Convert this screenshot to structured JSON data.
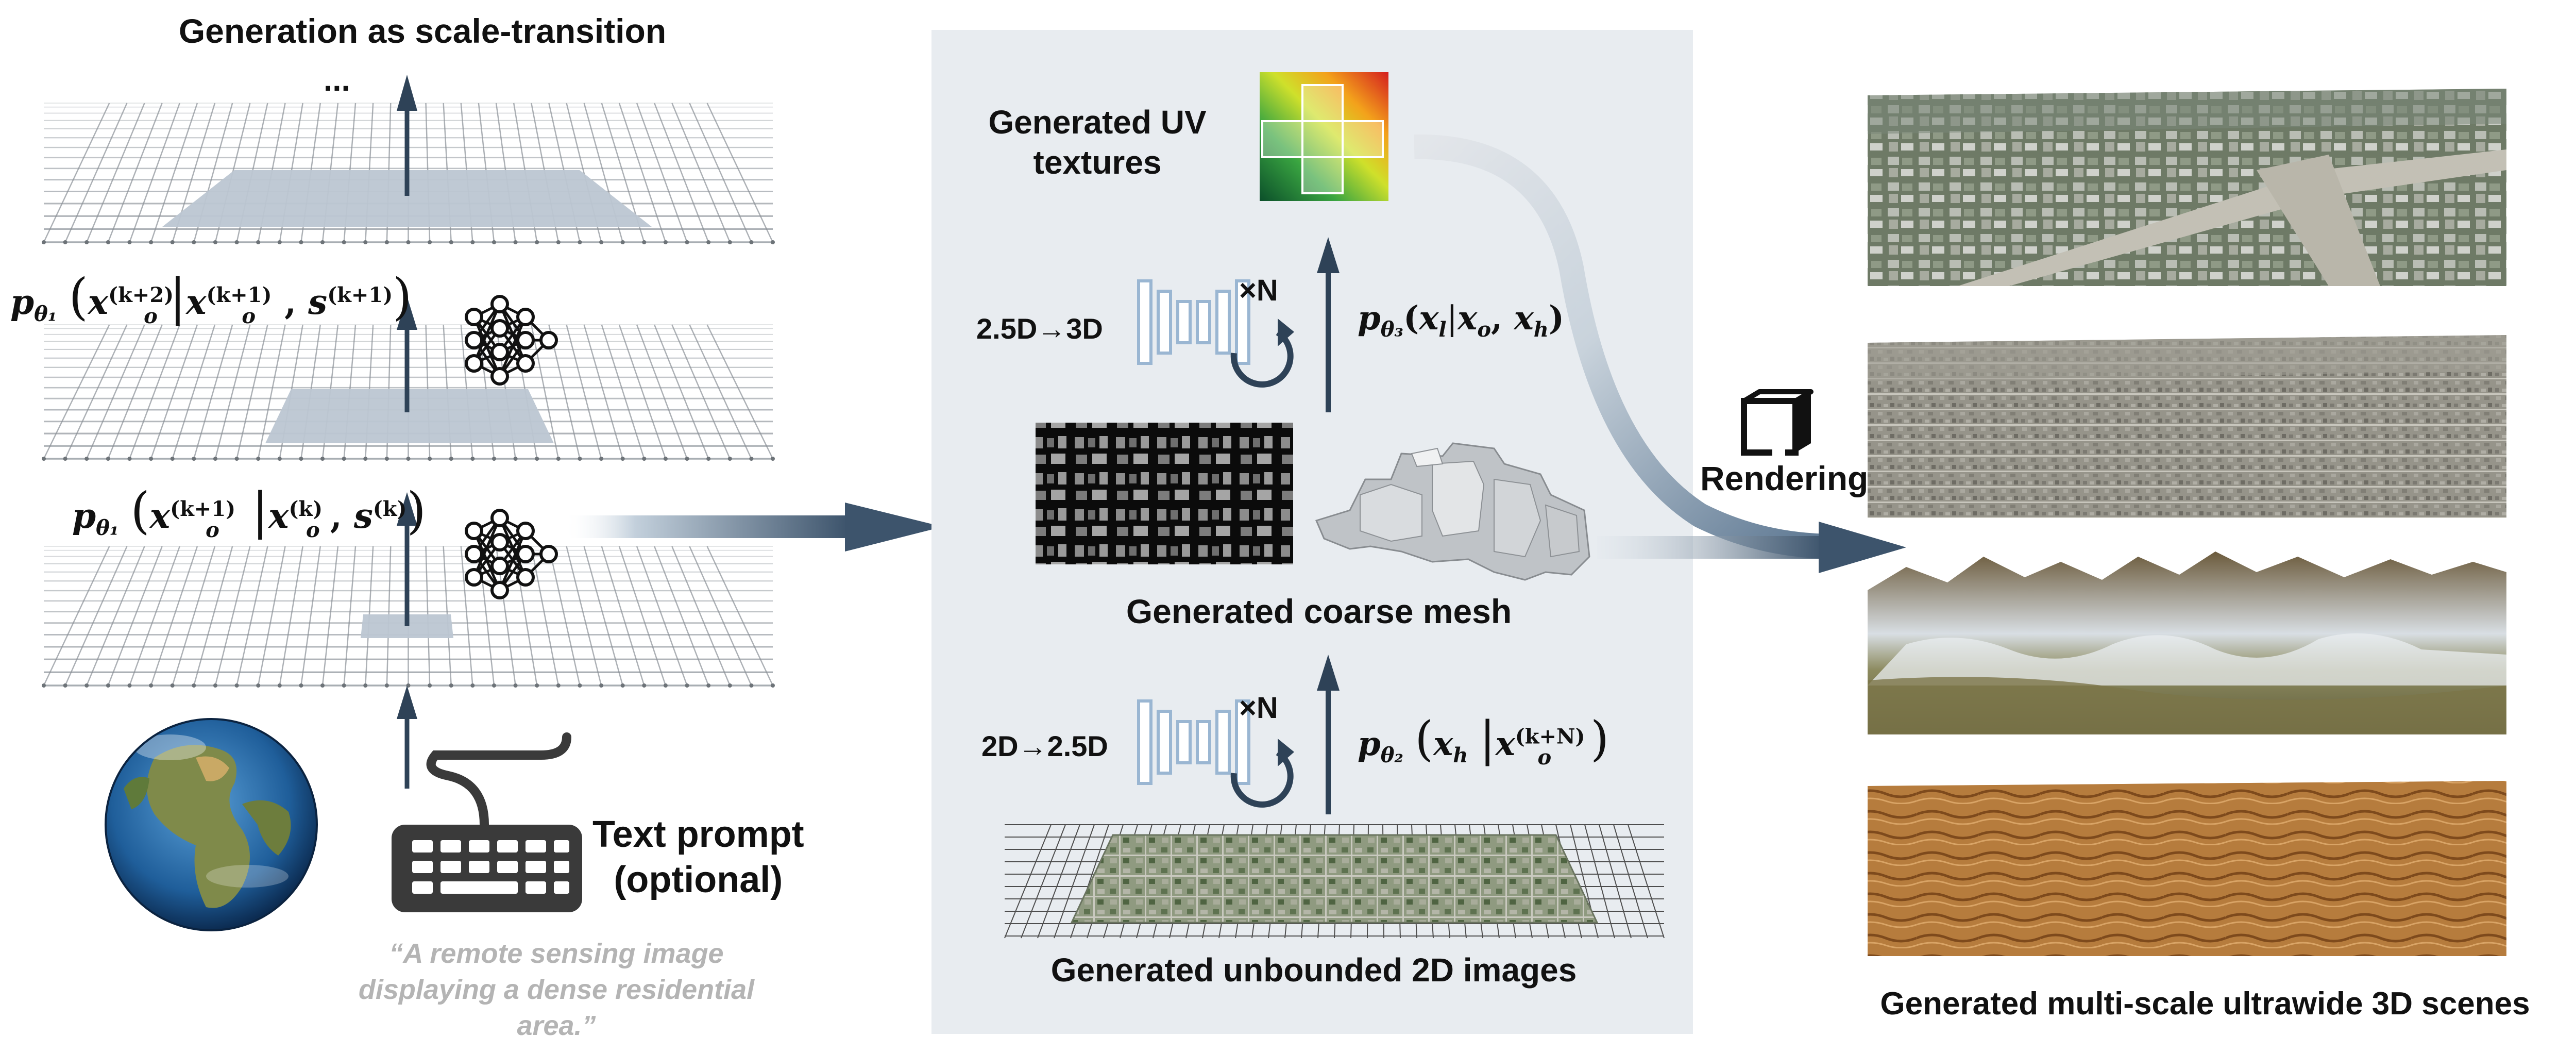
{
  "left_panel": {
    "title": "Generation as scale-transition",
    "ellipsis": "...",
    "formula_top": {
      "p": "p",
      "sub": "θ₁",
      "x1": "x",
      "x1_sub": "o",
      "x1_sup": "(k+2)",
      "x2": "x",
      "x2_sub": "o",
      "x2_sup": "(k+1)",
      "s": "s",
      "s_sup": "(k+1)"
    },
    "formula_bottom": {
      "p": "p",
      "sub": "θ₁",
      "x1": "x",
      "x1_sub": "o",
      "x1_sup": "(k+1)",
      "x2": "x",
      "x2_sub": "o",
      "x2_sup": "(k)",
      "s": "s",
      "s_sup": "(k)"
    },
    "text_prompt": {
      "line1": "Text prompt",
      "line2": "(optional)"
    },
    "example_prompt": {
      "line1": "“A remote sensing image",
      "line2": "displaying a dense residential",
      "line3": "area.”"
    }
  },
  "middle_panel": {
    "uv_label": {
      "line1": "Generated UV",
      "line2": "textures"
    },
    "stage_top": {
      "label": "2.5D→3D",
      "times": "×N"
    },
    "formula_theta3": {
      "p": "p",
      "sub": "θ₃",
      "a": "x",
      "a_sub": "l",
      "b": "x",
      "b_sub": "o",
      "c": "x",
      "c_sub": "h"
    },
    "coarse_mesh_label": "Generated coarse mesh",
    "stage_bottom": {
      "label": "2D→2.5D",
      "times": "×N"
    },
    "formula_theta2": {
      "p": "p",
      "sub": "θ₂",
      "a": "x",
      "a_sub": "h",
      "b": "x",
      "b_sub": "o",
      "b_sup": "(k+N)"
    },
    "images_label": "Generated unbounded 2D images",
    "background_color": "#e8ecf0"
  },
  "right_panel": {
    "rendering_label": "Rendering",
    "scenes_label": "Generated multi-scale ultrawide 3D scenes"
  },
  "colors": {
    "arrow": "#2e4257",
    "network": "#b9cee3",
    "highlight": "#bcc6d2"
  },
  "icons": [
    "neural-network-icon",
    "earth-icon",
    "keyboard-icon",
    "unet-icon",
    "loop-arrow-icon",
    "cube-icon",
    "uv-texture-icon"
  ]
}
